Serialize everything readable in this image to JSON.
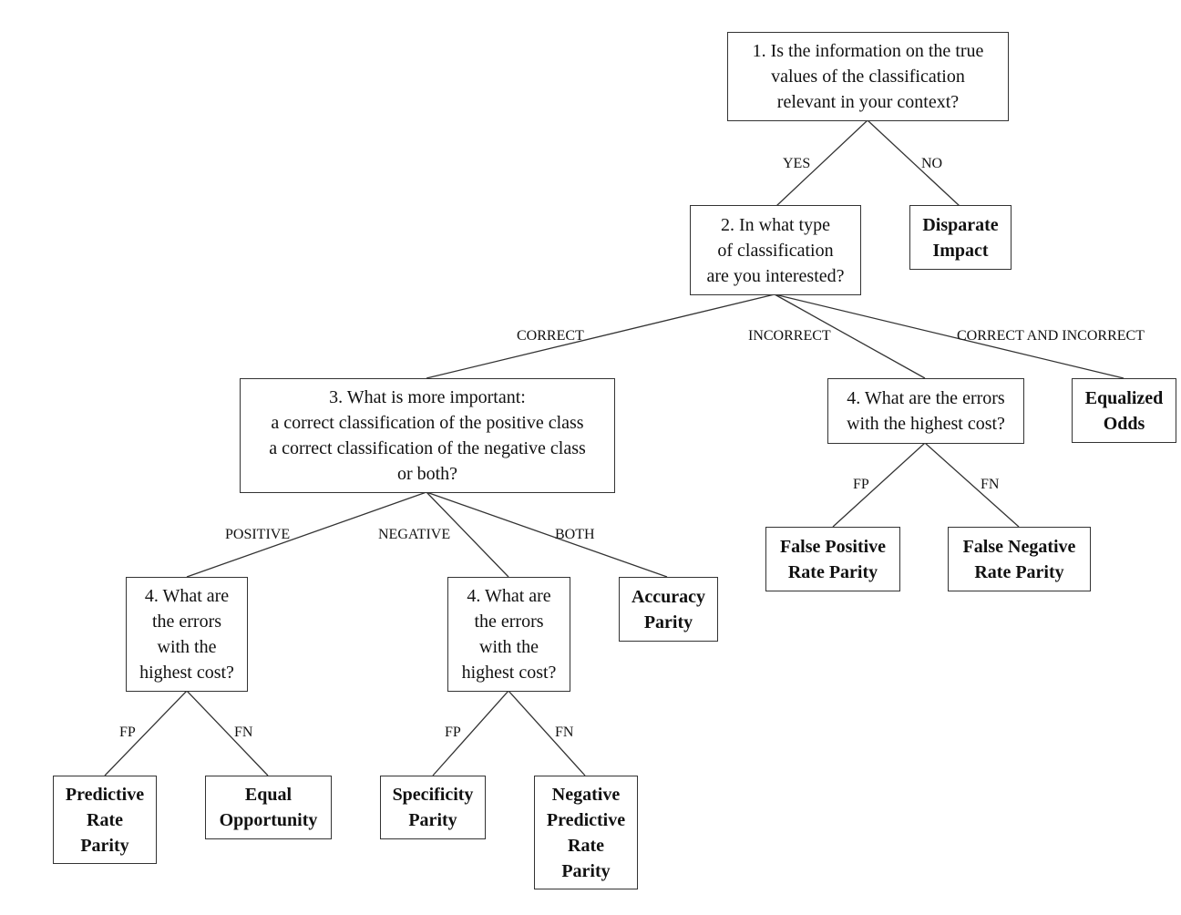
{
  "diagram": {
    "questions": {
      "q1": "1. Is the information on the true\nvalues of the classification\nrelevant in your context?",
      "q2": "2. In what type\nof classification\nare you interested?",
      "q3": "3. What is more important:\na correct classification of the positive class\na correct classification of the negative class\nor both?",
      "q4_incorrect": "4. What are the errors\nwith the highest cost?",
      "q4_positive": "4. What are\nthe errors\nwith the\nhighest cost?",
      "q4_negative": "4. What are\nthe errors\nwith the\nhighest cost?"
    },
    "outcomes": {
      "disparate_impact": "Disparate\nImpact",
      "equalized_odds": "Equalized\nOdds",
      "accuracy_parity": "Accuracy\nParity",
      "fpr_parity": "False Positive\nRate Parity",
      "fnr_parity": "False Negative\nRate Parity",
      "predictive_rate_parity": "Predictive\nRate\nParity",
      "equal_opportunity": "Equal\nOpportunity",
      "specificity_parity": "Specificity\nParity",
      "npr_parity": "Negative\nPredictive\nRate\nParity"
    },
    "edge_labels": {
      "yes": "YES",
      "no": "NO",
      "correct": "CORRECT",
      "incorrect": "INCORRECT",
      "correct_and_incorrect": "CORRECT AND INCORRECT",
      "positive": "POSITIVE",
      "negative": "NEGATIVE",
      "both": "BOTH",
      "fp_incorrect": "FP",
      "fn_incorrect": "FN",
      "fp_positive": "FP",
      "fn_positive": "FN",
      "fp_negative": "FP",
      "fn_negative": "FN"
    },
    "colors": {
      "line": "#333333",
      "text": "#111111",
      "background": "#ffffff"
    }
  }
}
